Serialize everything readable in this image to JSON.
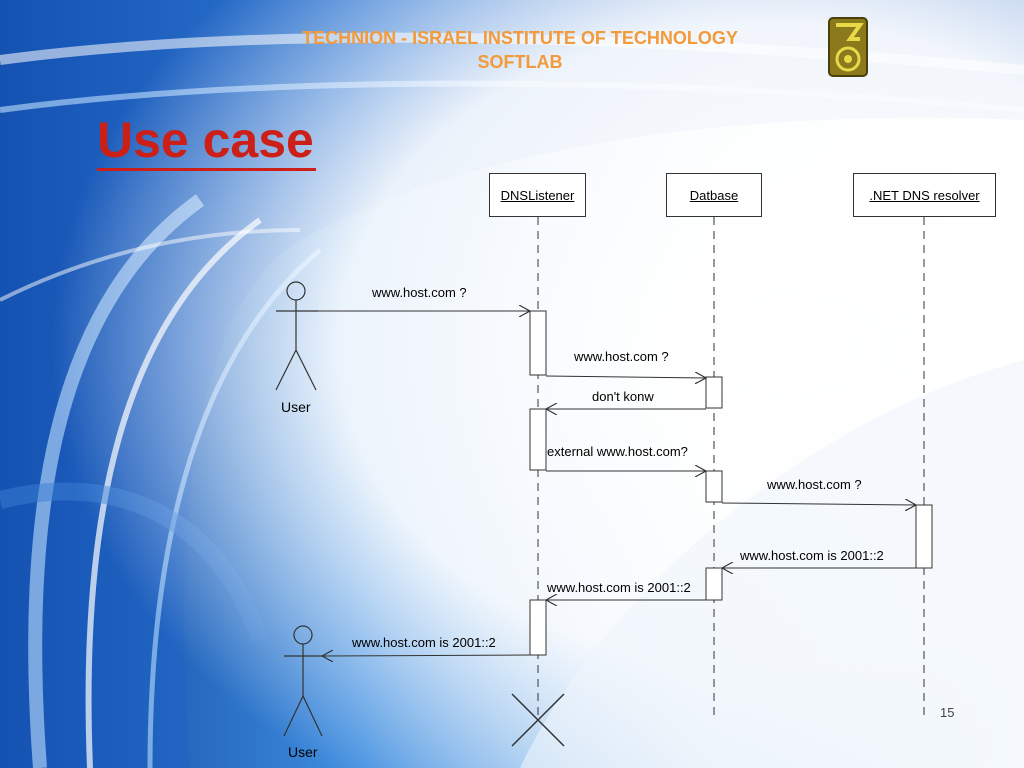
{
  "header": {
    "line1": "TECHNION - ISRAEL INSTITUTE OF  TECHNOLOGY",
    "line2": "SOFTLAB"
  },
  "title": "Use case",
  "page_number": "15",
  "lifelines": [
    {
      "id": "dnslistener",
      "label": "DNSListener"
    },
    {
      "id": "database",
      "label": "Datbase"
    },
    {
      "id": "resolver",
      "label": ".NET DNS resolver"
    }
  ],
  "actors": [
    {
      "label": "User"
    },
    {
      "label": "User"
    }
  ],
  "messages": [
    {
      "label": "www.host.com ?"
    },
    {
      "label": "www.host.com ?"
    },
    {
      "label": "don't konw"
    },
    {
      "label": "external www.host.com?"
    },
    {
      "label": "www.host.com ?"
    },
    {
      "label": "www.host.com is 2001::2"
    },
    {
      "label": "www.host.com is 2001::2"
    },
    {
      "label": "www.host.com is 2001::2"
    }
  ],
  "colors": {
    "header": "#f39a3a",
    "title": "#cc1f17",
    "background_accent": "#1a5fb4"
  }
}
